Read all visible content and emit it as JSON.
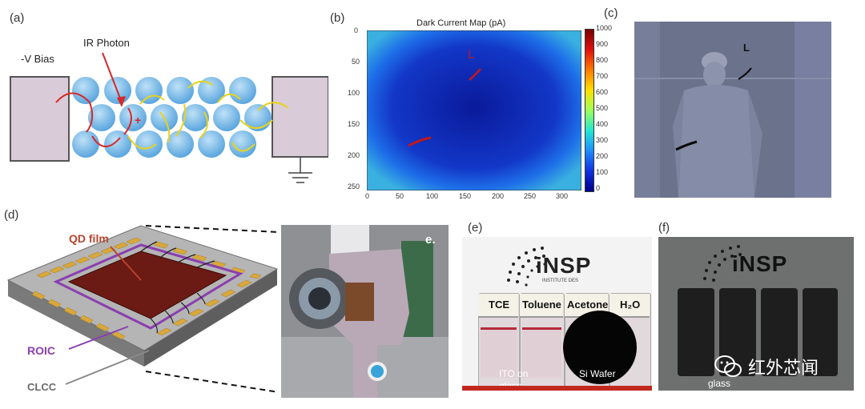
{
  "panels": {
    "a": {
      "label": "(a)",
      "bias_label": "-V Bias",
      "photon_label": "IR Photon",
      "hole_mark": "+"
    },
    "b": {
      "label": "(b)",
      "title": "Dark Current Map (pA)",
      "x_ticks": [
        "0",
        "50",
        "100",
        "150",
        "200",
        "250",
        "300"
      ],
      "y_ticks": [
        "0",
        "50",
        "100",
        "150",
        "200",
        "250"
      ],
      "colorbar_ticks": [
        "1000",
        "900",
        "800",
        "700",
        "600",
        "500",
        "400",
        "300",
        "200",
        "100",
        "0"
      ]
    },
    "c": {
      "label": "(c)",
      "mark": "L"
    },
    "d": {
      "label": "(d)",
      "qd_label": "QD film",
      "roic_label": "ROIC",
      "clcc_label": "CLCC"
    },
    "e_photo": {
      "label": "e."
    },
    "e": {
      "label": "(e)",
      "logo": "iNSP",
      "logo_sub": "INSTITUTE DES",
      "vials": [
        "TCE",
        "Toluene",
        "Acetone",
        "H₂O"
      ],
      "ito_label": "ITO on glass",
      "wafer_label": "Si Wafer"
    },
    "f": {
      "label": "(f)",
      "logo": "iNSP",
      "glass_label": "glass"
    }
  },
  "watermark": {
    "text": "红外芯闻"
  },
  "colors": {
    "qd_film": "#6b1a14",
    "roic": "#8a3fb0",
    "gold": "#d9a83a",
    "map_blue": "#1a3bd6"
  }
}
